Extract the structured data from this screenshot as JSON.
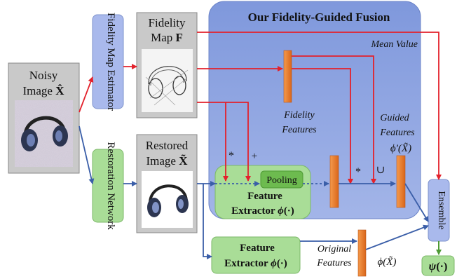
{
  "colors": {
    "fusion_panel": "#8fa6e0",
    "fusion_panel_edge": "#6c84c8",
    "gray_box": "#c9c9c9",
    "blue_box": "#a9b9ec",
    "green_box": "#a9dd97",
    "green_dark": "#6dbb4f",
    "feature_orange": "#ef7f2a",
    "arrow_red": "#e3212b",
    "arrow_blue": "#3a5ea8",
    "arrow_green": "#4e9a35"
  },
  "fusion": {
    "title": "Our Fidelity-Guided Fusion",
    "mean_value": "Mean Value"
  },
  "noisy": {
    "line1": "Noisy",
    "line2": "Image ",
    "symbol": "X̂"
  },
  "fidelity_estimator": {
    "label": "Fidelity Map Estimator"
  },
  "fidelity_map": {
    "line1": "Fidelity",
    "line2": "Map ",
    "symbol": "F"
  },
  "restoration_network": {
    "label": "Restoration Network"
  },
  "restored": {
    "line1": "Restored",
    "line2": "Image ",
    "symbol": "X̃"
  },
  "ops": {
    "star1": "*",
    "plus": "+",
    "star2": "*",
    "cup": "∪"
  },
  "pooling": {
    "label": "Pooling"
  },
  "extractor_inner": {
    "line1": "Feature",
    "line2": "Extractor ",
    "phi": "ϕ",
    "arg": "(·)"
  },
  "fidelity_features": {
    "line1": "Fidelity",
    "line2": "Features"
  },
  "guided_features": {
    "line1": "Guided",
    "line2": "Features",
    "math": "ϕ′(X̃)"
  },
  "ensemble": {
    "label": "Ensemble"
  },
  "output": {
    "phi": "ψ",
    "arg": "(·)"
  },
  "extractor_bottom": {
    "line1": "Feature",
    "line2": "Extractor ",
    "phi": "ϕ",
    "arg": "(·)"
  },
  "original_features": {
    "line1": "Original",
    "line2": "Features",
    "math": "ϕ(X̃)"
  }
}
